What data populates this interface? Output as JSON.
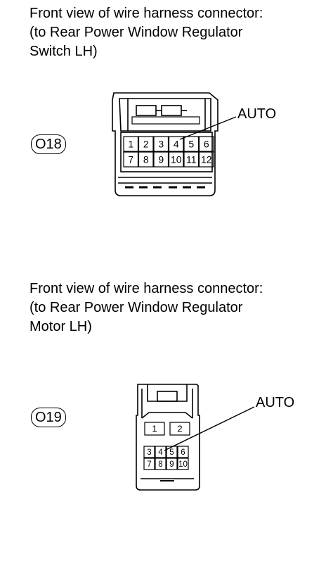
{
  "connectors": [
    {
      "caption_lines": [
        "Front view of wire harness connector:",
        "(to Rear Power Window Regulator",
        "Switch LH)"
      ],
      "id": "O18",
      "callout": "AUTO",
      "pins": [
        "1",
        "2",
        "3",
        "4",
        "5",
        "6",
        "7",
        "8",
        "9",
        "10",
        "11",
        "12"
      ]
    },
    {
      "caption_lines": [
        "Front view of wire harness connector:",
        "(to Rear Power Window Regulator",
        "Motor LH)"
      ],
      "id": "O19",
      "callout": "AUTO",
      "pins": [
        "1",
        "2",
        "3",
        "4",
        "5",
        "6",
        "7",
        "8",
        "9",
        "10"
      ]
    }
  ]
}
